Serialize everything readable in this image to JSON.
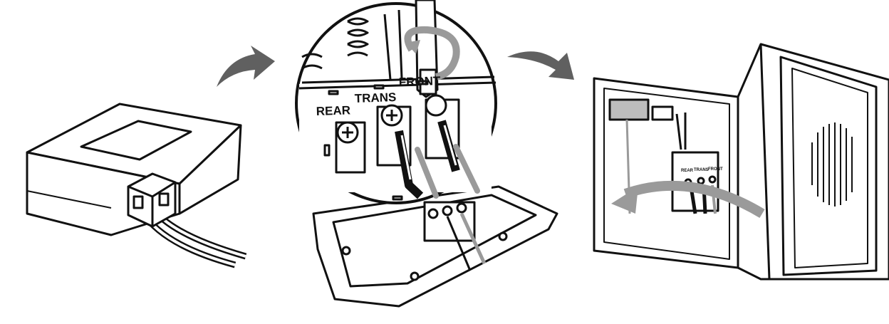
{
  "colors": {
    "stroke": "#111111",
    "arrow": "#606060",
    "wire_light": "#d8d8d8",
    "wire_grey": "#9a9a9a",
    "background": "#ffffff"
  },
  "terminal_labels": {
    "rear": "REAR",
    "trans": "TRANS",
    "front": "FRONT"
  },
  "small_terminal_labels": {
    "rear": "REAR",
    "trans": "TRANS",
    "front": "FRONT"
  },
  "steps": [
    {
      "icon": "transformer-box-icon"
    },
    {
      "icon": "screwdriver-terminal-icon"
    },
    {
      "icon": "chime-cover-icon"
    }
  ]
}
